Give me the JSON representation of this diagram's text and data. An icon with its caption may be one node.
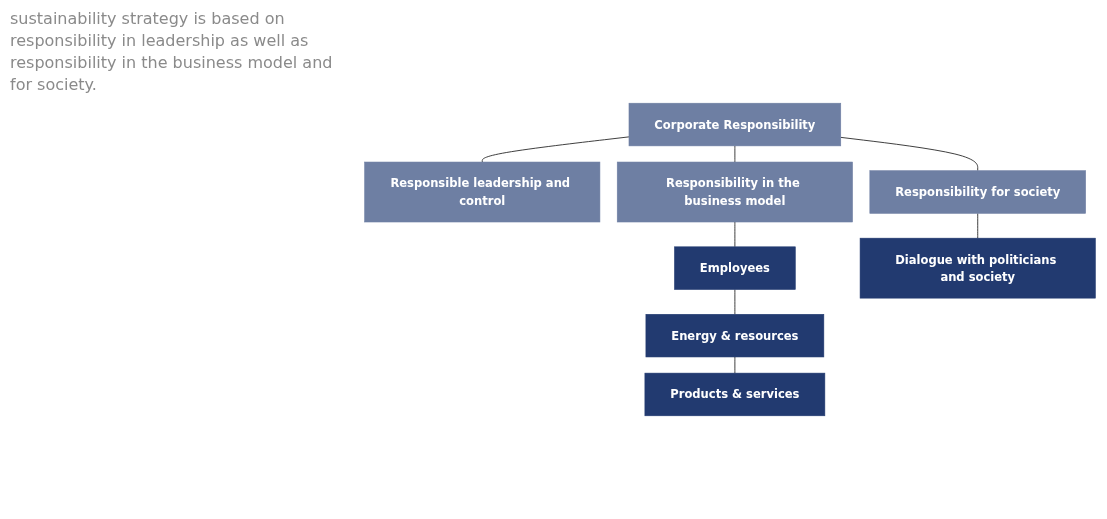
{
  "diagram": {
    "nodes": [
      {
        "text": [
          "Products & services"
        ]
      },
      {
        "text": [
          "Energy & resources"
        ]
      },
      {
        "text": [
          "Employees"
        ]
      },
      {
        "text": [
          "Dialogue with politicians and society"
        ]
      },
      {
        "text": [
          "Responsible leadership and control"
        ]
      },
      {
        "text": [
          "Responsibility in the business model"
        ]
      },
      {
        "text": [
          "Responsibility for society"
        ]
      },
      {
        "text": [
          "Corporate Responsibility"
        ]
      }
    ],
    "edges": [
      {
        "from": 0,
        "to": 1,
        "arrow": "none"
      },
      {
        "from": 1,
        "to": 2,
        "arrow": "none"
      },
      {
        "from": 2,
        "to": 5,
        "arrow": "none"
      },
      {
        "from": 3,
        "to": 6,
        "arrow": "none"
      },
      {
        "from": 4,
        "to": 7,
        "arrow": "none"
      },
      {
        "from": 5,
        "to": 7,
        "arrow": "none"
      },
      {
        "from": 6,
        "to": 7,
        "arrow": "none"
      }
    ],
    "labels": [
      "sustainability strategy is based on responsibility in leadership as well as responsibility in the business model and for society."
    ]
  }
}
